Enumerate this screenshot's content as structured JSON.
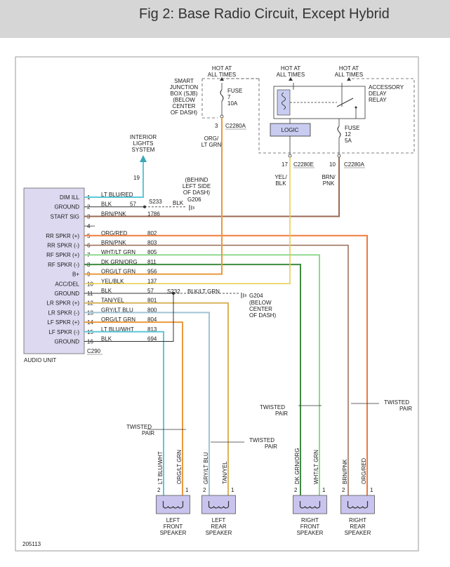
{
  "title": "Fig 2: Base Radio Circuit, Except Hybrid",
  "figure_id": "205113",
  "colors": {
    "lt_blu": "#5ec8d8",
    "org": "#e99a3c",
    "org_red": "#f07a3a",
    "brn": "#9a6a52",
    "grn": "#3e8a3e",
    "lt_grn": "#8fd88f",
    "yel": "#e6cc4a",
    "tan": "#d8b45c",
    "gry": "#a0c4d4",
    "blk": "#444444",
    "ground_dash": "#555555",
    "audio_fill": "#dcd9f0",
    "speaker_fill": "#c8c4ee",
    "logic_fill": "#c8ccf0"
  },
  "audio_unit": {
    "label": "AUDIO UNIT",
    "connector": "C290",
    "pins": [
      {
        "num": "1",
        "fn": "DIM ILL",
        "wire": "LT BLU/RED",
        "circuit": ""
      },
      {
        "num": "2",
        "fn": "GROUND",
        "wire": "BLK",
        "circuit": "57"
      },
      {
        "num": "3",
        "fn": "START SIG",
        "wire": "BRN/PNK",
        "circuit": "1786"
      },
      {
        "num": "4",
        "fn": "",
        "wire": "",
        "circuit": ""
      },
      {
        "num": "5",
        "fn": "RR SPKR (+)",
        "wire": "ORG/RED",
        "circuit": "802"
      },
      {
        "num": "6",
        "fn": "RR SPKR (-)",
        "wire": "BRN/PNK",
        "circuit": "803"
      },
      {
        "num": "7",
        "fn": "RF SPKR (+)",
        "wire": "WHT/LT GRN",
        "circuit": "805"
      },
      {
        "num": "8",
        "fn": "RF SPKR (-)",
        "wire": "DK GRN/ORG",
        "circuit": "811"
      },
      {
        "num": "9",
        "fn": "B+",
        "wire": "ORG/LT GRN",
        "circuit": "956"
      },
      {
        "num": "10",
        "fn": "ACC/DEL",
        "wire": "YEL/BLK",
        "circuit": "137"
      },
      {
        "num": "11",
        "fn": "GROUND",
        "wire": "BLK",
        "circuit": "57"
      },
      {
        "num": "12",
        "fn": "LR SPKR (+)",
        "wire": "TAN/YEL",
        "circuit": "801"
      },
      {
        "num": "13",
        "fn": "LR SPKR (-)",
        "wire": "GRY/LT BLU",
        "circuit": "800"
      },
      {
        "num": "14",
        "fn": "LF SPKR (+)",
        "wire": "ORG/LT GRN",
        "circuit": "804"
      },
      {
        "num": "15",
        "fn": "LF SPKR (-)",
        "wire": "LT BLU/WHT",
        "circuit": "813"
      },
      {
        "num": "16",
        "fn": "GROUND",
        "wire": "BLK",
        "circuit": "694"
      }
    ]
  },
  "interior_lights": {
    "line1": "INTERIOR",
    "line2": "LIGHTS",
    "line3": "SYSTEM",
    "circuit": "19"
  },
  "splices": {
    "s233": "S233",
    "s232": "S232"
  },
  "grounds": {
    "g206_name": "G206",
    "g206_wire": "BLK",
    "g206_loc": [
      "(BEHIND",
      "LEFT SIDE",
      "OF DASH)"
    ],
    "g204_name": "G204",
    "g204_wire": "BLK/LT GRN",
    "g204_loc": [
      "(BELOW",
      "CENTER",
      "OF DASH)"
    ]
  },
  "sjb": {
    "lines": [
      "SMART",
      "JUNCTION",
      "BOX (SJB)",
      "(BELOW",
      "CENTER",
      "OF DASH)"
    ]
  },
  "hot_at_all_times": [
    "HOT AT",
    "ALL TIMES"
  ],
  "fuse7": {
    "label": "FUSE",
    "num": "7",
    "amps": "10A",
    "pin": "3",
    "connector": "C2280A",
    "wire1": "ORG/",
    "wire2": "LT GRN"
  },
  "fuse12": {
    "label": "FUSE",
    "num": "12",
    "amps": "5A",
    "pin": "10",
    "connector": "C2280A",
    "wire1": "BRN/",
    "wire2": "PNK"
  },
  "relay": {
    "lines": [
      "ACCESSORY",
      "DELAY",
      "RELAY"
    ],
    "logic": "LOGIC",
    "pin": "17",
    "connector": "C2280E",
    "wire1": "YEL/",
    "wire2": "BLK"
  },
  "twisted_pair": [
    "TWISTED",
    "PAIR"
  ],
  "speakers": [
    {
      "name": [
        "LEFT",
        "FRONT",
        "SPEAKER"
      ],
      "wire_a": "LT BLU/WHT",
      "wire_b": "ORG/LT GRN",
      "pin_a": "2",
      "pin_b": "1"
    },
    {
      "name": [
        "LEFT",
        "REAR",
        "SPEAKER"
      ],
      "wire_a": "GRY/LT BLU",
      "wire_b": "TAN/YEL",
      "pin_a": "2",
      "pin_b": "1"
    },
    {
      "name": [
        "RIGHT",
        "FRONT",
        "SPEAKER"
      ],
      "wire_a": "DK GRN/ORG",
      "wire_b": "WHT/LT GRN",
      "pin_a": "2",
      "pin_b": "1"
    },
    {
      "name": [
        "RIGHT",
        "REAR",
        "SPEAKER"
      ],
      "wire_a": "BRN/PNK",
      "wire_b": "ORG/RED",
      "pin_a": "2",
      "pin_b": "1"
    }
  ]
}
